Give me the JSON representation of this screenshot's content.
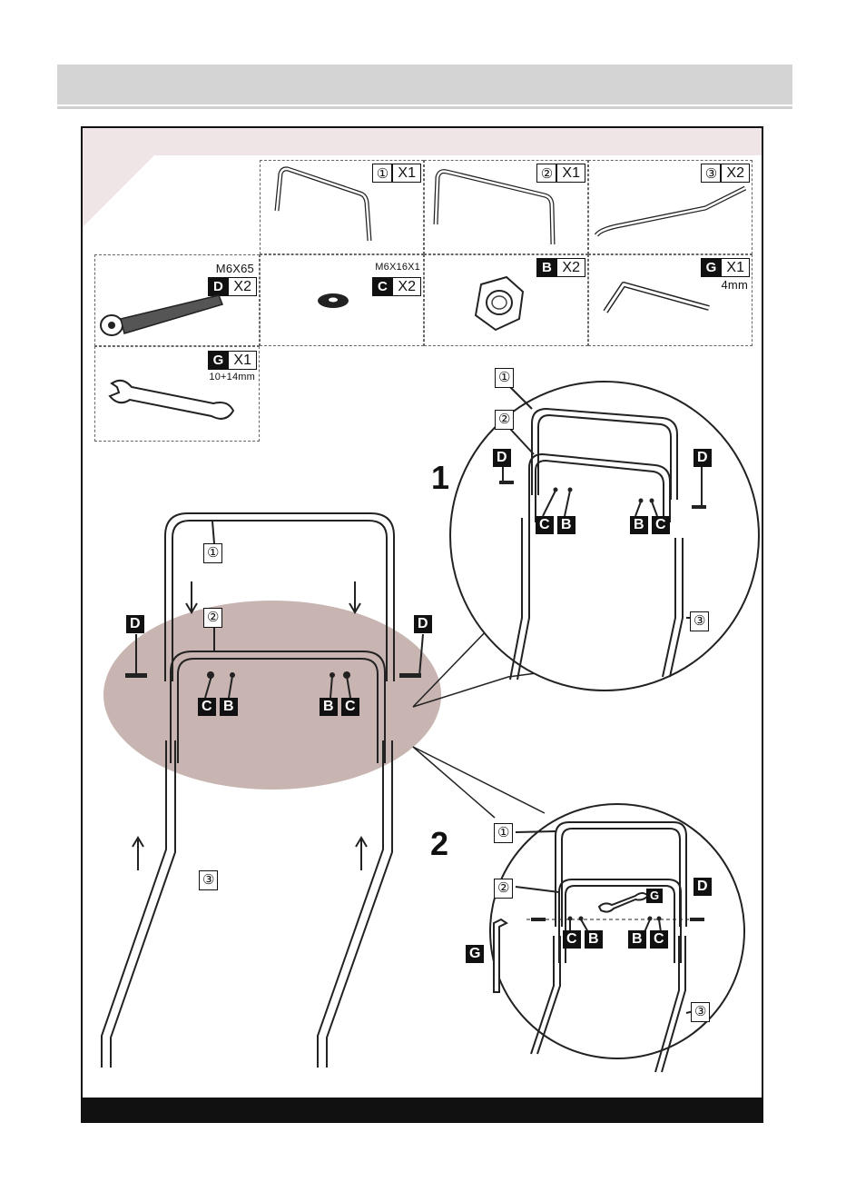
{
  "parts": [
    {
      "symbol": "①",
      "count": "X1"
    },
    {
      "symbol": "②",
      "count": "X1"
    },
    {
      "symbol": "③",
      "count": "X2"
    }
  ],
  "hardware": {
    "bolt": {
      "spec": "M6X65",
      "letter": "D",
      "count": "X2"
    },
    "washer": {
      "spec": "M6X16X1",
      "letter": "C",
      "count": "X2"
    },
    "nut": {
      "letter": "B",
      "count": "X2"
    },
    "allen_key": {
      "letter": "G",
      "count": "X1",
      "size": "4mm"
    },
    "wrench": {
      "letter": "G",
      "count": "X1",
      "size": "10+14mm"
    }
  },
  "steps": {
    "step1": "1",
    "step2": "2"
  },
  "labels": {
    "part1": "①",
    "part2": "②",
    "part3": "③",
    "D": "D",
    "C": "C",
    "B": "B",
    "G": "G"
  }
}
